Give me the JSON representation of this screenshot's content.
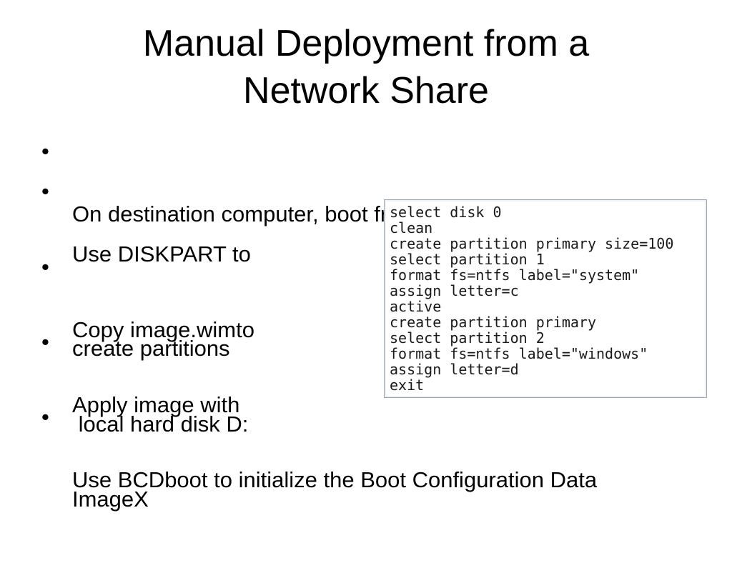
{
  "slide": {
    "title_line1": "Manual Deployment from a",
    "title_line2": "Network Share",
    "bullet_symbol": "•",
    "bullets": [
      {
        "lines": [
          "On destination computer, boot from WinPE disk"
        ]
      },
      {
        "lines": [
          "Use DISKPART to",
          "create partitions"
        ]
      },
      {
        "lines": [
          "Copy image.wimto",
          " local hard disk D:"
        ]
      },
      {
        "lines": [
          "Apply image with",
          "ImageX"
        ]
      },
      {
        "lines": [
          "Use BCDboot to initialize the Boot Configuration Data"
        ]
      }
    ]
  },
  "code": {
    "lines": [
      "select disk 0",
      "clean",
      "create partition primary size=100",
      "select partition 1",
      "format fs=ntfs label=\"system\"",
      "assign letter=c",
      "active",
      "create partition primary",
      "select partition 2",
      "format fs=ntfs label=\"windows\"",
      "assign letter=d",
      "exit"
    ]
  }
}
